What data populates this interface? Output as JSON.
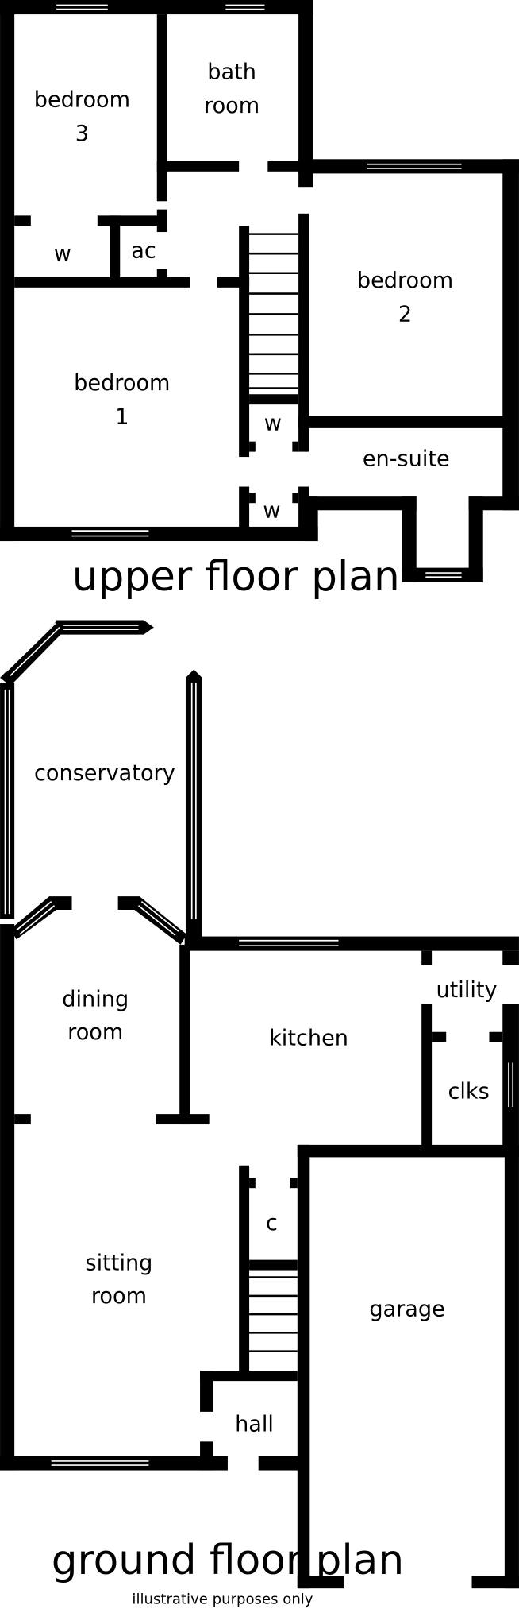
{
  "upper_floor": {
    "title": "upper floor plan",
    "rooms": {
      "bedroom3": [
        "bedroom",
        "3"
      ],
      "bathroom": [
        "bath",
        "room"
      ],
      "bedroom2": [
        "bedroom",
        "2"
      ],
      "bedroom1": [
        "bedroom",
        "1"
      ],
      "wardrobe_a": "w",
      "airing_cupboard": "ac",
      "wardrobe_b": "w",
      "wardrobe_c": "w",
      "en_suite": "en-suite"
    }
  },
  "ground_floor": {
    "title": "ground floor plan",
    "note": "illustrative purposes only",
    "rooms": {
      "conservatory": "conservatory",
      "dining_room": [
        "dining",
        "room"
      ],
      "kitchen": "kitchen",
      "utility": "utility",
      "clks": "clks",
      "cupboard": "c",
      "sitting_room": [
        "sitting",
        "room"
      ],
      "garage": "garage",
      "hall": "hall"
    }
  }
}
